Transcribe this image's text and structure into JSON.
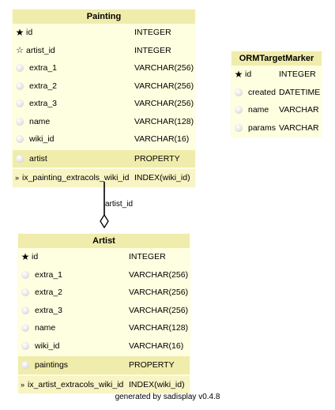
{
  "tables": {
    "painting": {
      "title": "Painting",
      "columns": [
        {
          "name": "id",
          "type": "INTEGER",
          "icon": "primary-key-star-icon"
        },
        {
          "name": "artist_id",
          "type": "INTEGER",
          "icon": "foreign-key-star-icon"
        },
        {
          "name": "extra_1",
          "type": "VARCHAR(256)",
          "icon": "column-dot-icon"
        },
        {
          "name": "extra_2",
          "type": "VARCHAR(256)",
          "icon": "column-dot-icon"
        },
        {
          "name": "extra_3",
          "type": "VARCHAR(256)",
          "icon": "column-dot-icon"
        },
        {
          "name": "name",
          "type": "VARCHAR(128)",
          "icon": "column-dot-icon"
        },
        {
          "name": "wiki_id",
          "type": "VARCHAR(16)",
          "icon": "column-dot-icon"
        }
      ],
      "property": {
        "name": "artist",
        "type": "PROPERTY"
      },
      "index": {
        "name": "ix_painting_extracols_wiki_id",
        "type": "INDEX(wiki_id)"
      }
    },
    "orm_target_marker": {
      "title": "ORMTargetMarker",
      "columns": [
        {
          "name": "id",
          "type": "INTEGER",
          "icon": "primary-key-star-icon"
        },
        {
          "name": "created",
          "type": "DATETIME",
          "icon": "column-dot-icon"
        },
        {
          "name": "name",
          "type": "VARCHAR",
          "icon": "column-dot-icon"
        },
        {
          "name": "params",
          "type": "VARCHAR",
          "icon": "column-dot-icon"
        }
      ]
    },
    "artist": {
      "title": "Artist",
      "columns": [
        {
          "name": "id",
          "type": "INTEGER",
          "icon": "primary-key-star-icon"
        },
        {
          "name": "extra_1",
          "type": "VARCHAR(256)",
          "icon": "column-dot-icon"
        },
        {
          "name": "extra_2",
          "type": "VARCHAR(256)",
          "icon": "column-dot-icon"
        },
        {
          "name": "extra_3",
          "type": "VARCHAR(256)",
          "icon": "column-dot-icon"
        },
        {
          "name": "name",
          "type": "VARCHAR(128)",
          "icon": "column-dot-icon"
        },
        {
          "name": "wiki_id",
          "type": "VARCHAR(16)",
          "icon": "column-dot-icon"
        }
      ],
      "property": {
        "name": "paintings",
        "type": "PROPERTY"
      },
      "index": {
        "name": "ix_artist_extracols_wiki_id",
        "type": "INDEX(wiki_id)"
      }
    }
  },
  "relationship": {
    "label": "artist_id"
  },
  "footer": "generated by sadisplay v0.4.8"
}
